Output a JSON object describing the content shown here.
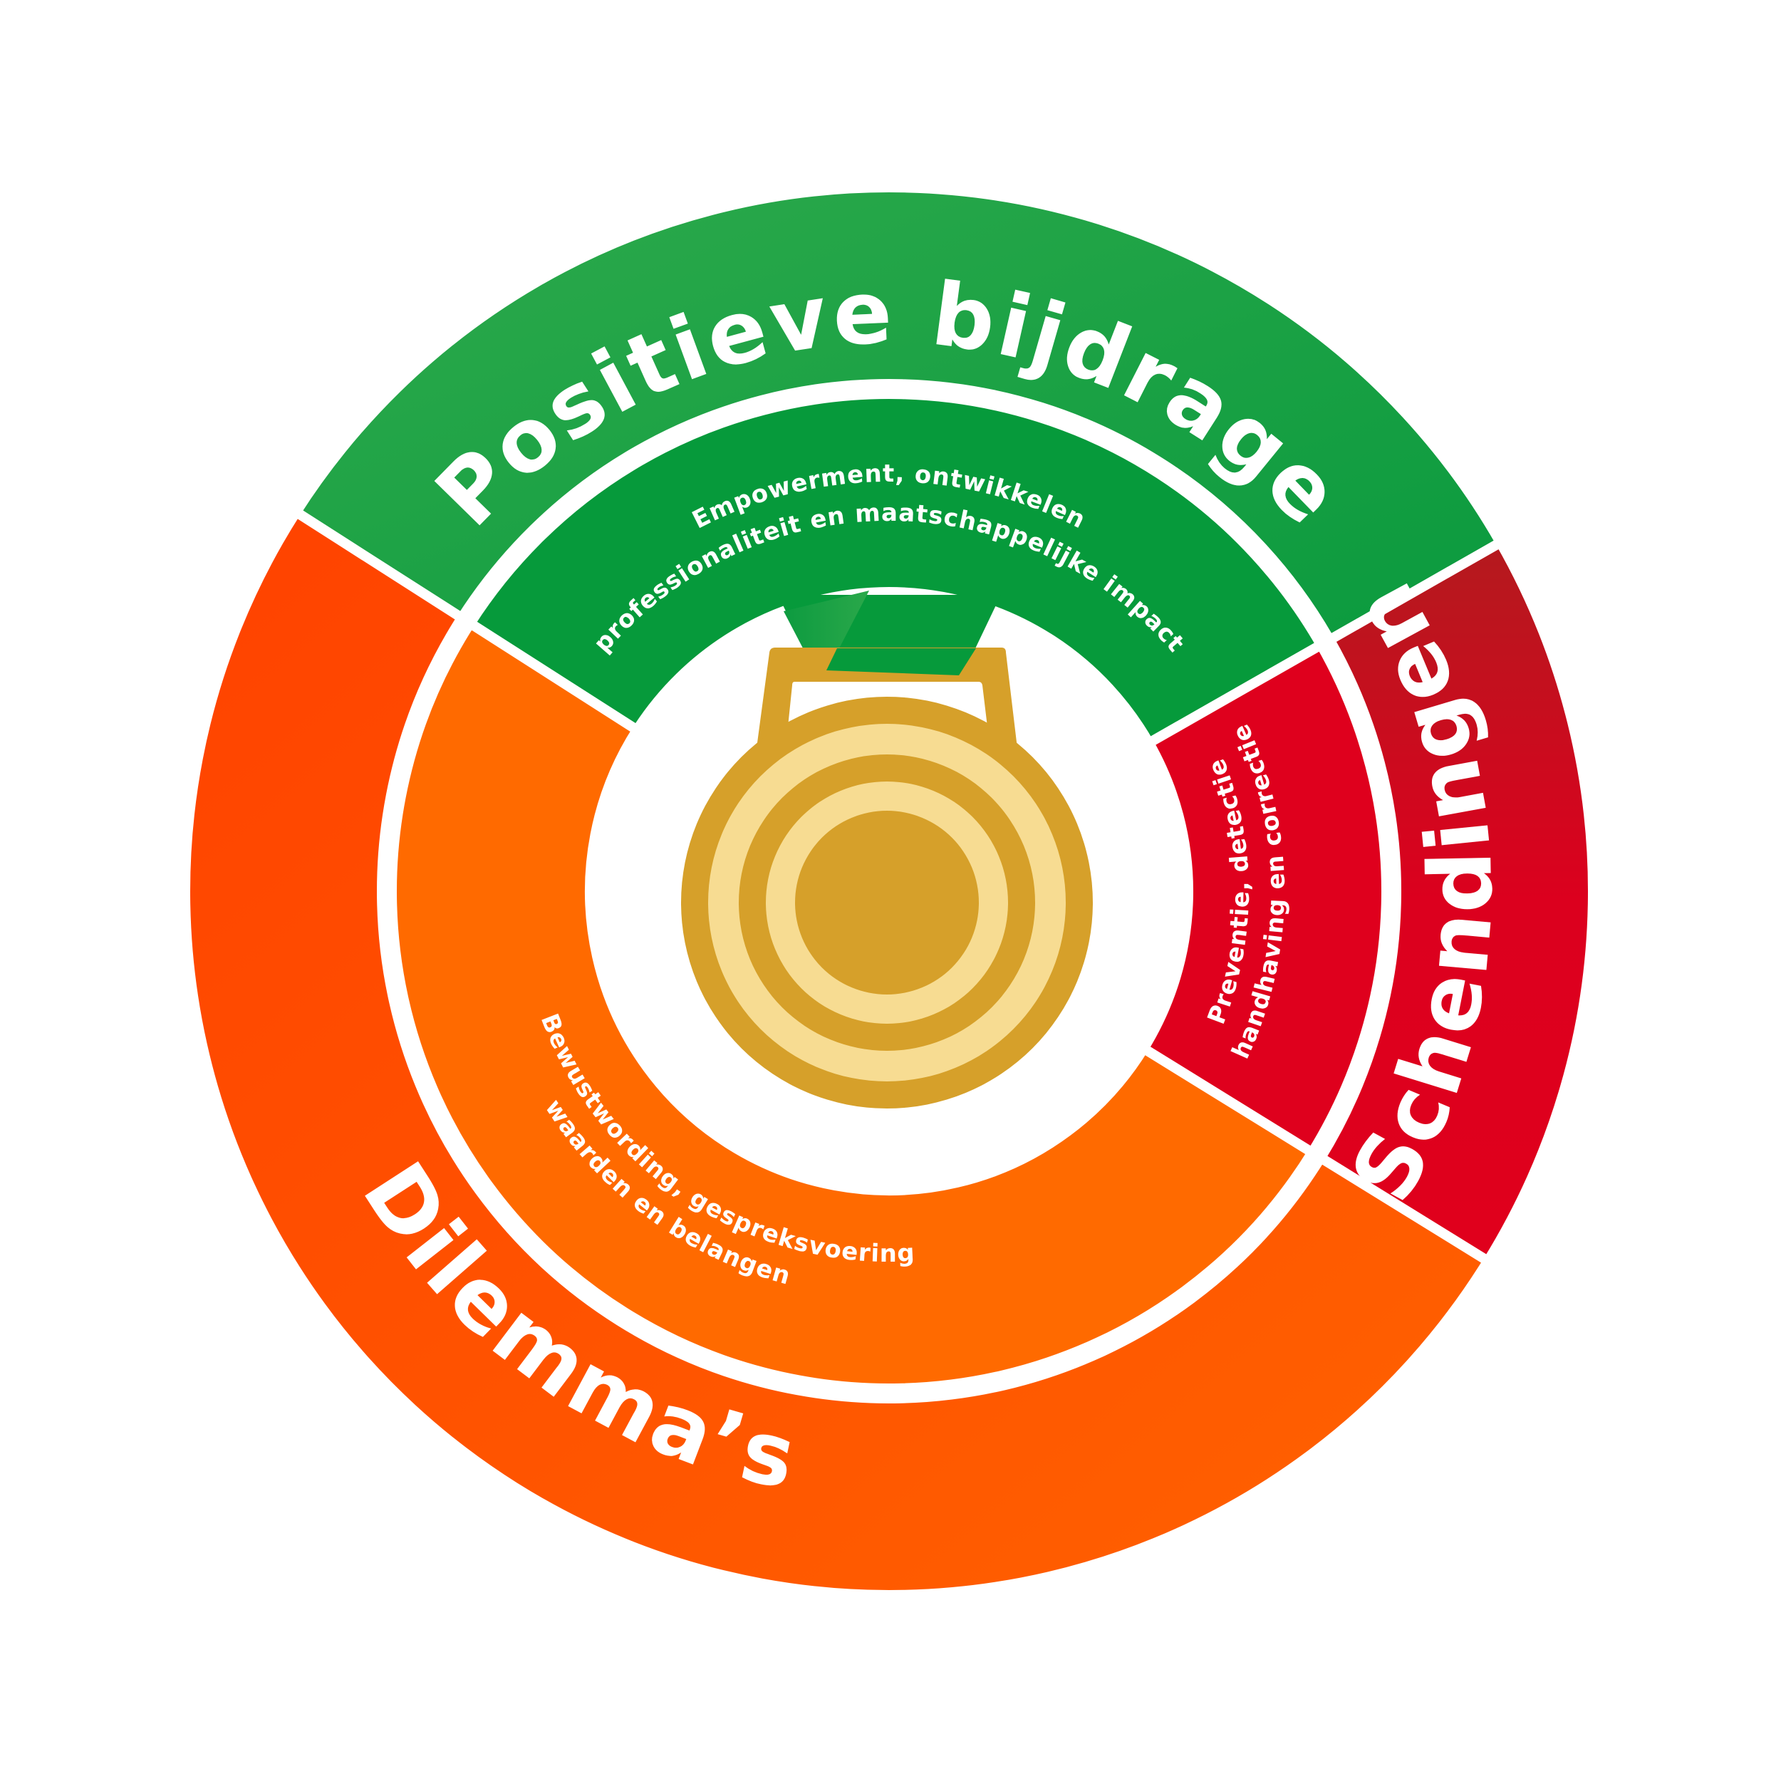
{
  "segments": {
    "positive": {
      "title": "Positieve bijdrage",
      "subtitle_line1": "Empowerment, ontwikkelen",
      "subtitle_line2": "professionaliteit en maatschappelijke impact"
    },
    "violations": {
      "title": "Schendingen",
      "subtitle_line1": "Preventie, detectie",
      "subtitle_line2": "handhaving en correctie"
    },
    "dilemmas": {
      "title": "Dilemma’s",
      "subtitle_line1": "Bewustwording, gespreksvoering",
      "subtitle_line2": "waarden en belangen"
    }
  },
  "center_icon": "medal-icon",
  "colors": {
    "green_outer": "#1fa146",
    "green_inner": "#069a3b",
    "orange_outer": "#ff5000",
    "orange_inner": "#ff6a00",
    "red_outer": "#d00020",
    "red_inner": "#df001d",
    "gold": "#d6a02a",
    "gold_light": "#f7dc92"
  }
}
